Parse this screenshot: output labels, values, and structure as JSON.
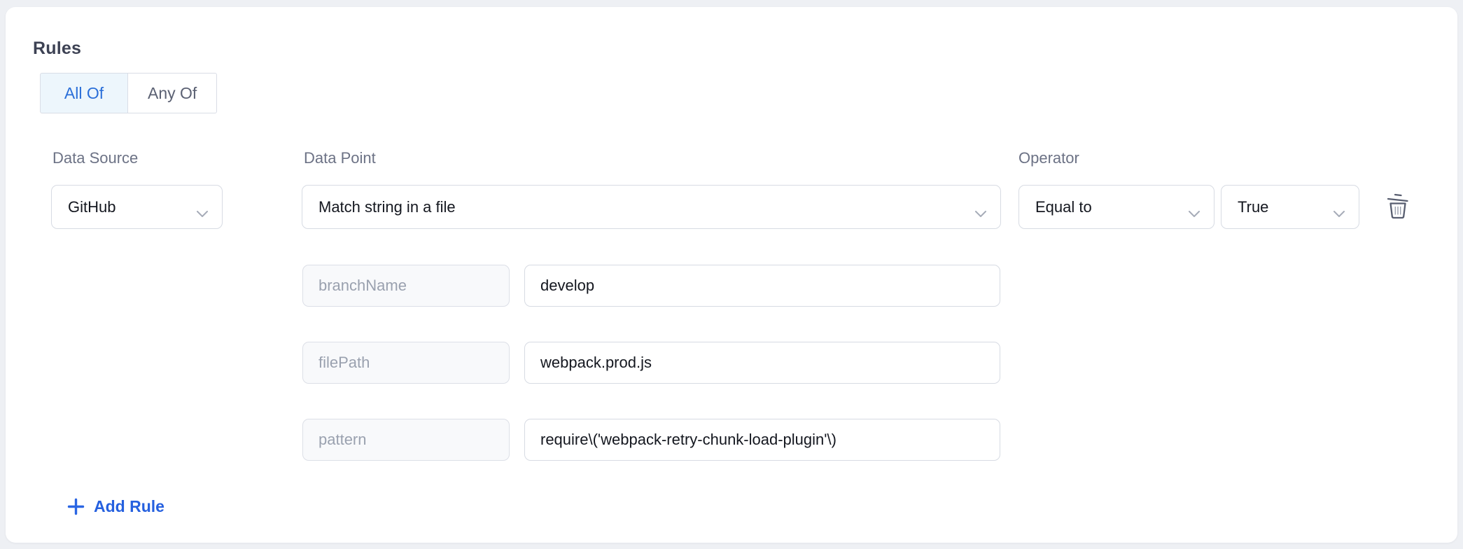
{
  "card": {
    "title": "Rules"
  },
  "toggle": {
    "all_of": "All Of",
    "any_of": "Any Of",
    "selected": "All Of"
  },
  "rule": {
    "data_source": {
      "label": "Data Source",
      "value": "GitHub"
    },
    "data_point": {
      "label": "Data Point",
      "value": "Match string in a file"
    },
    "operator": {
      "label": "Operator",
      "value": "Equal to"
    },
    "comparison_value": "True",
    "params": [
      {
        "key": "branchName",
        "value": "develop"
      },
      {
        "key": "filePath",
        "value": "webpack.prod.js"
      },
      {
        "key": "pattern",
        "value": "require\\('webpack-retry-chunk-load-plugin'\\)"
      }
    ]
  },
  "actions": {
    "add_rule": "Add Rule"
  },
  "icons": {
    "delete": "trash-icon",
    "dropdown": "chevron-down-icon",
    "add": "plus-icon"
  },
  "colors": {
    "page_bg": "#eef0f4",
    "card_bg": "#ffffff",
    "toggle_selected_bg": "#edf6fc",
    "toggle_selected_text": "#2b6fd9",
    "add_rule_blue": "#2560df",
    "border": "#d7dbe3",
    "label_gray": "#6c7285",
    "muted_text": "#9aa1af",
    "text_dark": "#14171f",
    "icon_gray": "#585e70"
  }
}
